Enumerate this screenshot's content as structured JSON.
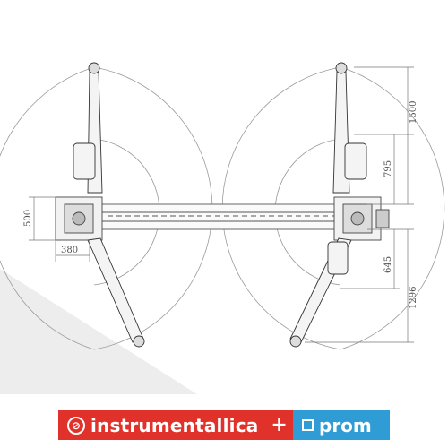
{
  "dimensions": {
    "d1500": "1500",
    "d795": "795",
    "d645": "645",
    "d1296": "1296",
    "d500": "500",
    "d380": "380"
  },
  "banner": {
    "brand": "instrumentallica",
    "plus": "+",
    "partner": "prom",
    "brand_color": "#e0322b",
    "partner_color": "#2f9cd6"
  },
  "icons": {
    "brand_logo": "circle-logo-icon",
    "partner_logo": "square-logo-icon"
  }
}
